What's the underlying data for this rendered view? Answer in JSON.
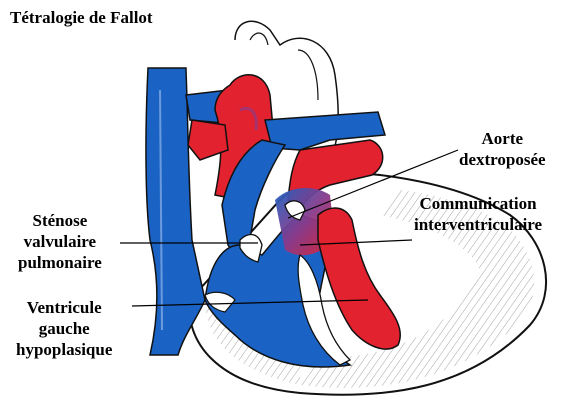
{
  "title": "Tétralogie de Fallot",
  "labels": {
    "aorte": [
      "Aorte",
      "dextroposée"
    ],
    "civ": [
      "Communication",
      "interventriculaire"
    ],
    "stenose": [
      "Sténose",
      "valvulaire",
      "pulmonaire"
    ],
    "ventricule": [
      "Ventricule",
      "gauche",
      "hypoplasique"
    ]
  },
  "colors": {
    "deoxygenated_blue": "#1a63c4",
    "oxygenated_red": "#e2222f",
    "mixed_purple": "#8a3a8a",
    "outline": "#111111"
  }
}
